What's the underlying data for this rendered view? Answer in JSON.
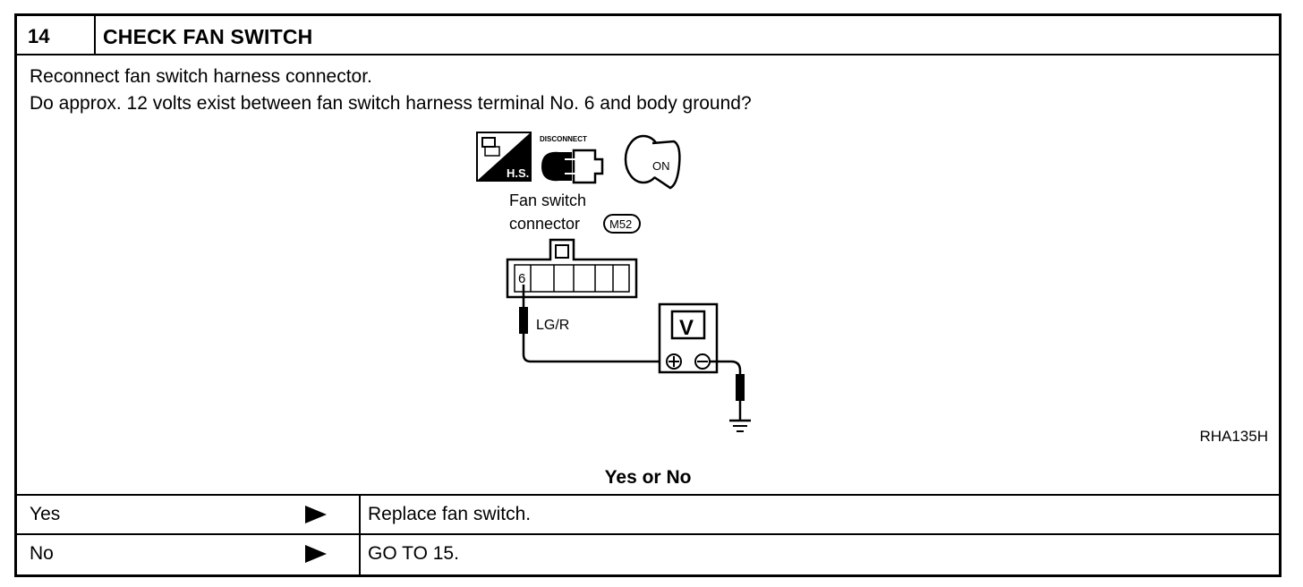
{
  "header": {
    "step_number": "14",
    "title": "CHECK FAN SWITCH"
  },
  "instructions": [
    "Reconnect fan switch harness connector.",
    "Do approx. 12 volts exist between fan switch harness terminal No. 6 and body ground?"
  ],
  "diagram": {
    "hs_label": "H.S.",
    "disconnect_label": "DISCONNECT",
    "key_label": "ON",
    "connector_label_line1": "Fan switch",
    "connector_label_line2": "connector",
    "connector_id": "M52",
    "terminal": "6",
    "wire_color": "LG/R",
    "meter_label": "V",
    "figure_id": "RHA135H"
  },
  "question": "Yes or No",
  "results": [
    {
      "answer": "Yes",
      "action": "Replace fan switch."
    },
    {
      "answer": "No",
      "action": "GO TO 15."
    }
  ]
}
